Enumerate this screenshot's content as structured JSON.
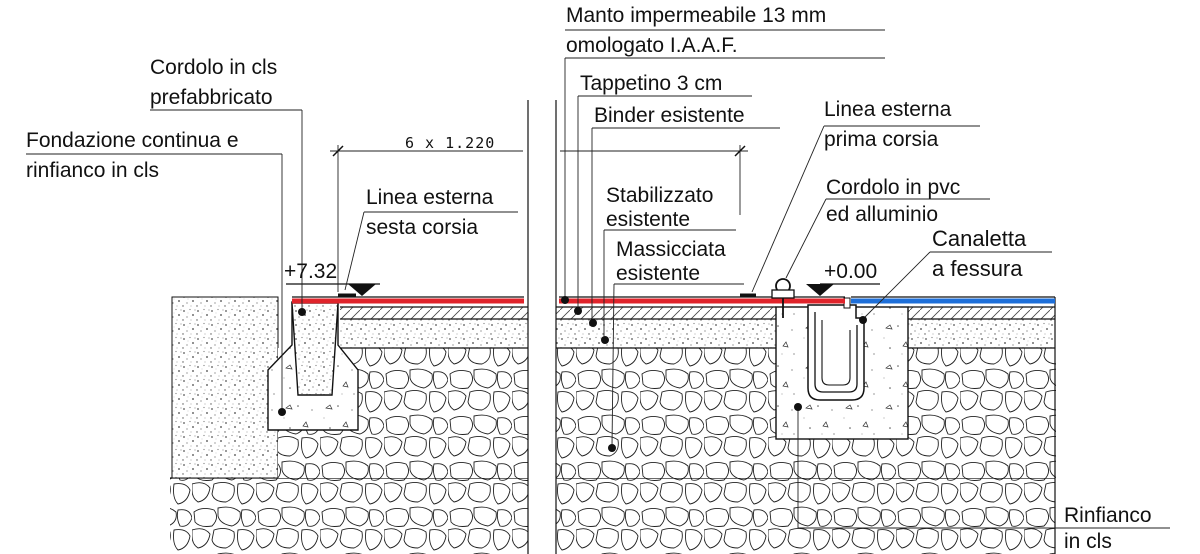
{
  "labels": {
    "cordolo_cls_1": "Cordolo in cls",
    "cordolo_cls_2": "prefabbricato",
    "fondazione_1": "Fondazione continua e",
    "fondazione_2": "rinfianco in cls",
    "dimension": "6 x 1.220",
    "linea_sesta_1": "Linea esterna",
    "linea_sesta_2": "sesta corsia",
    "level_left": "+7.32",
    "manto_1": "Manto impermeabile 13 mm",
    "manto_2": "omologato I.A.A.F.",
    "tappetino": "Tappetino 3 cm",
    "binder": "Binder esistente",
    "stabilizzato_1": "Stabilizzato",
    "stabilizzato_2": "esistente",
    "massicciata_1": "Massicciata",
    "massicciata_2": "esistente",
    "linea_prima_1": "Linea esterna",
    "linea_prima_2": "prima corsia",
    "cordolo_pvc_1": "Cordolo in pvc",
    "cordolo_pvc_2": "ed alluminio",
    "canaletta_1": "Canaletta",
    "canaletta_2": "a fessura",
    "level_right": "+0.00",
    "rinfianco_1": "Rinfianco",
    "rinfianco_2": "in cls"
  },
  "colors": {
    "track_red": "#e0242b",
    "track_blue": "#1e6fd9",
    "line": "#111111",
    "concrete_fill": "#f4f4f4"
  }
}
